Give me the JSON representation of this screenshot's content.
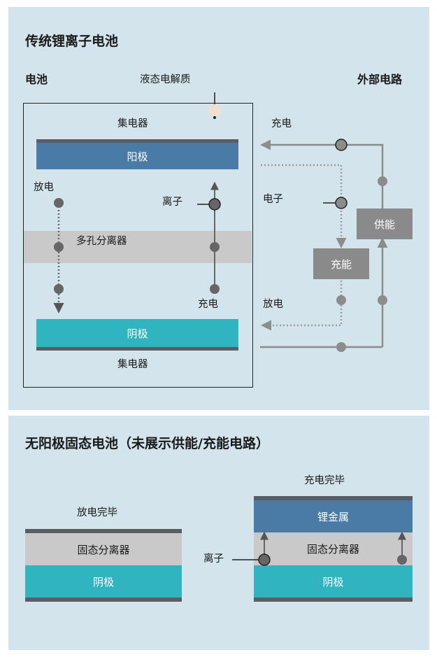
{
  "section1": {
    "title": "传统锂离子电池",
    "battery_label": "电池",
    "electrolyte_label": "液态电解质",
    "external_label": "外部电路",
    "collector_top": "集电器",
    "anode": "阳极",
    "discharge_inside": "放电",
    "ion_label": "离子",
    "separator": "多孔分离器",
    "charge_inside": "充电",
    "cathode": "阴极",
    "collector_bottom": "集电器",
    "charge_outside": "充电",
    "electron_label": "电子",
    "power_box": "供能",
    "charge_box": "充能",
    "discharge_outside": "放电"
  },
  "section2": {
    "title": "无阳极固态电池（未展示供能/充能电路）",
    "left": {
      "caption": "放电完毕",
      "separator": "固态分离器",
      "cathode": "阴极"
    },
    "right": {
      "caption": "充电完毕",
      "lithium_metal": "锂金属",
      "separator": "固态分离器",
      "cathode": "阴极",
      "ion_label": "离子"
    }
  },
  "colors": {
    "background": "#d3e4ed",
    "anode_blue": "#4a7aa6",
    "cathode_teal": "#2fb4c0",
    "separator_gray": "#c9c9c9",
    "circuit_gray": "#8c8c8c",
    "box_gray": "#8a8a8a"
  }
}
